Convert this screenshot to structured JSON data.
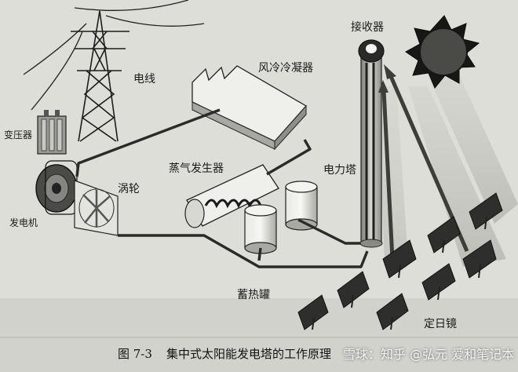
{
  "labels": {
    "receiver": "接收器",
    "power_line": "电线",
    "air_cooled_condenser": "风冷冷凝器",
    "transformer": "变压器",
    "steam_generator": "蒸气发生器",
    "power_tower": "电力塔",
    "turbine": "涡轮",
    "generator": "发电机",
    "heat_storage_tank": "蓄热罐",
    "heliostat": "定日镜"
  },
  "caption": {
    "figure_number": "图 7-3",
    "title": "集中式太阳能发电塔的工作原理"
  },
  "watermark": "雪球：知乎 @弘元 爱和笔记本"
}
